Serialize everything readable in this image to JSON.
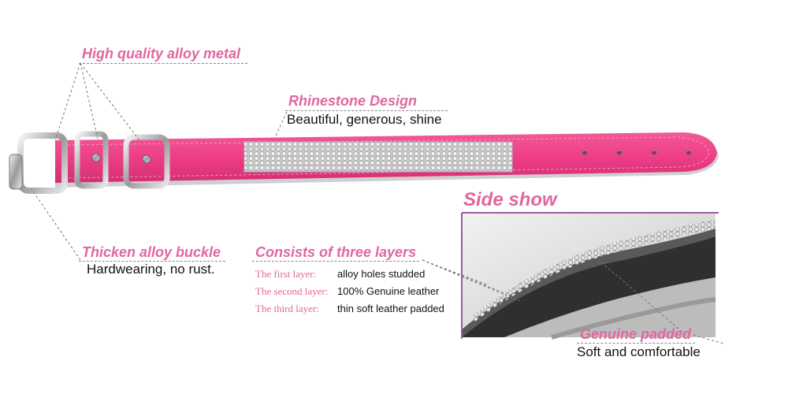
{
  "callouts": {
    "alloy_metal": {
      "title": "High quality alloy metal"
    },
    "rhinestone": {
      "title": "Rhinestone Design",
      "desc": "Beautiful, generous, shine"
    },
    "buckle": {
      "title": "Thicken alloy buckle",
      "desc": "Hardwearing, no rust."
    },
    "layers": {
      "title": "Consists of three layers",
      "items": [
        {
          "label": "The first layer:",
          "value": "alloy holes studded"
        },
        {
          "label": "The second layer:",
          "value": "100% Genuine leather"
        },
        {
          "label": "The third layer:",
          "value": "thin soft leather padded"
        }
      ]
    },
    "side_show": {
      "title": "Side show"
    },
    "genuine": {
      "title": "Genuine padded",
      "desc": "Soft and comfortable"
    }
  },
  "colors": {
    "accent_text": "#e0679f",
    "collar_pink": "#ee3d86",
    "side_frame": "#9b5c9a"
  }
}
